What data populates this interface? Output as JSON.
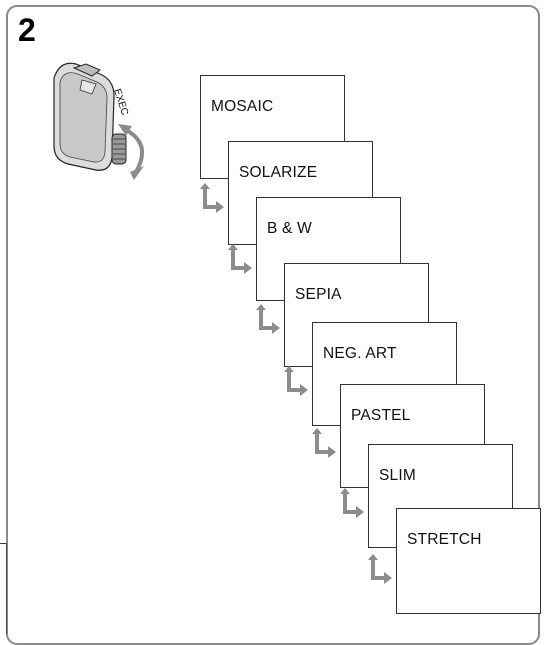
{
  "step_number": "2",
  "dial": {
    "button_label": "EXEC"
  },
  "effects": [
    {
      "label": "MOSAIC"
    },
    {
      "label": "SOLARIZE"
    },
    {
      "label": "B & W"
    },
    {
      "label": "SEPIA"
    },
    {
      "label": "NEG. ART"
    },
    {
      "label": "PASTEL"
    },
    {
      "label": "SLIM"
    },
    {
      "label": "STRETCH"
    }
  ],
  "colors": {
    "border": "#8a8a8a",
    "arrow": "#8c8c8c",
    "text": "#111111"
  },
  "icons": {
    "cycle_arrow": "return-arrow-icon",
    "dial": "control-dial-icon"
  }
}
